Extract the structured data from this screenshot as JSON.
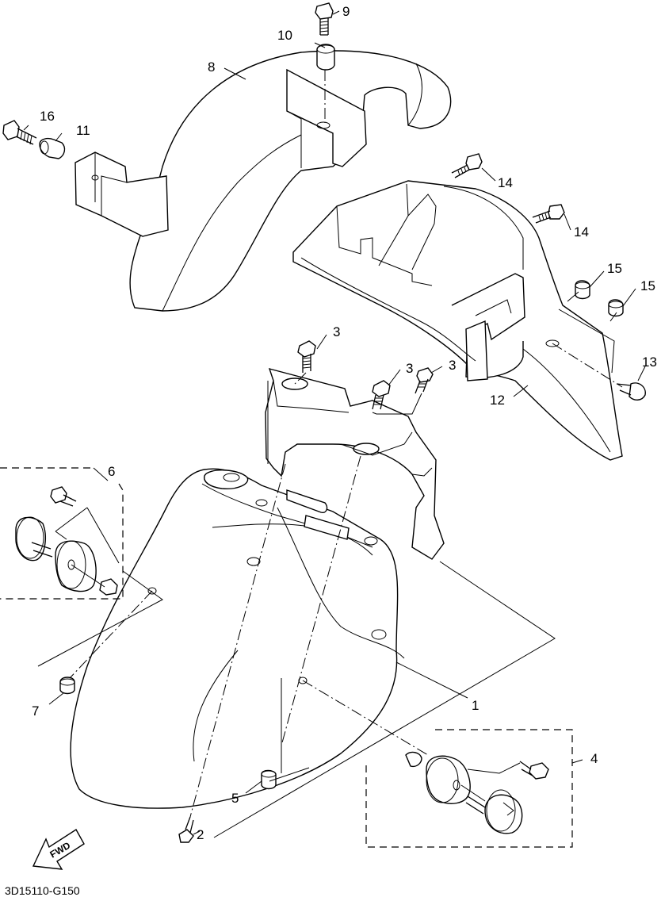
{
  "callouts": {
    "c1": "1",
    "c2": "2",
    "c3a": "3",
    "c3b": "3",
    "c3c": "3",
    "c4": "4",
    "c5": "5",
    "c6": "6",
    "c7": "7",
    "c8": "8",
    "c9": "9",
    "c10": "10",
    "c11": "11",
    "c12": "12",
    "c13": "13",
    "c14a": "14",
    "c14b": "14",
    "c15a": "15",
    "c15b": "15",
    "c16": "16"
  },
  "direction_label": "FWD",
  "reference_code": "3D15110-G150"
}
